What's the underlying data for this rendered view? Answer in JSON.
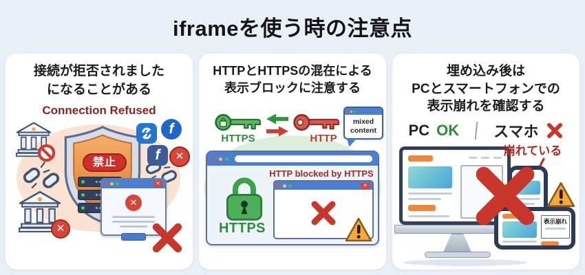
{
  "page": {
    "title": "iframeを使う時の注意点"
  },
  "colors": {
    "background": "#e9eff6",
    "panel": "#ffffff",
    "danger_red": "#c9362a",
    "dark_red_text": "#8e1f1f",
    "green": "#2e8b3a",
    "titlebar_blue": "#4c7ed2",
    "shield_orange": "#e8833f",
    "warning_orange": "#f2a93b",
    "accent_orange": "#f0883c"
  },
  "panel_left": {
    "heading_line1": "接続が拒否されました",
    "heading_line2": "になることがある",
    "error_label": "Connection Refused",
    "shield_badge": "禁止"
  },
  "panel_middle": {
    "heading_line1": "HTTPとHTTPSの混在による",
    "heading_line2": "表示ブロックに注意する",
    "https_key_label": "HTTPS",
    "http_key_label": "HTTP",
    "bubble_text": "mixed content",
    "blocked_message": "HTTP blocked by HTTPS",
    "padlock_label": "HTTPS"
  },
  "panel_right": {
    "heading_line1": "埋め込み後は",
    "heading_line2": "PCとスマートフォンでの",
    "heading_line3": "表示崩れを確認する",
    "pc_label": "PC",
    "pc_status": "OK",
    "smartphone_label": "スマホ",
    "broken_callout": "崩れている",
    "phone_screen_label": "表示崩れ"
  },
  "glyphs": {
    "close": "✕",
    "facebook_f": "f"
  }
}
